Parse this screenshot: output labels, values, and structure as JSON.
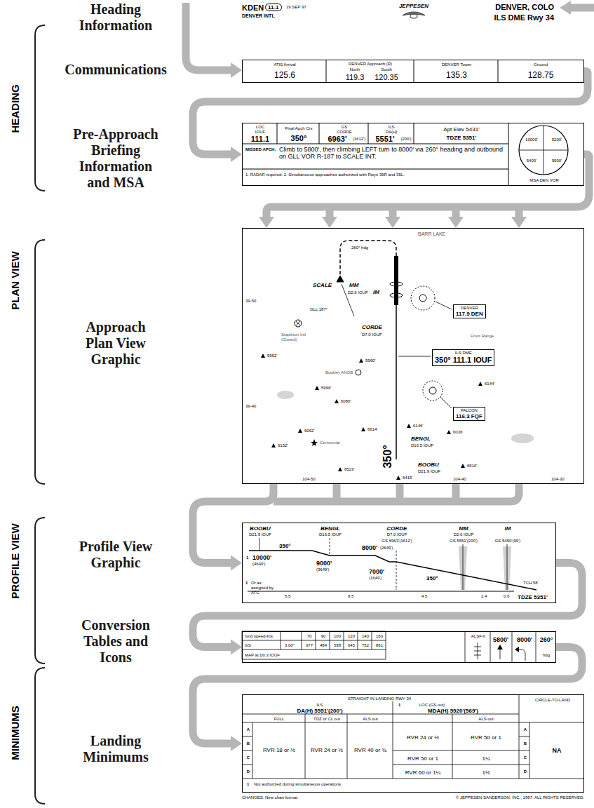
{
  "diagram": {
    "nodes": [
      {
        "text": [
          "11-1"
        ]
      },
      {
        "text": [
          "ATIS Arrival",
          "125.6",
          "DENVER Approach (R)",
          "North",
          "South",
          "119.3",
          "120.35",
          "DENVER Tower",
          "135.3",
          "Ground",
          "128.75"
        ]
      },
      {
        "text": [
          "LOC",
          "IOUF",
          "111.1",
          "Final Apch Crs",
          "350°",
          "GS",
          "CORDE",
          "6963'",
          "(1612')",
          "ILS",
          "DA(H)",
          "5551'",
          "(200')",
          "Apt Elev 5431'",
          "TDZE 5351'",
          "MISSED APCH:",
          "Climb to 5800', then climbing LEFT turn to 8000' via 260° heading and outbound on GLL VOR R-187 to SCALE INT.",
          "1. RADAR required. 2. Simultaneous approaches authorized with Rwys 35R and 35L."
        ]
      },
      {
        "text": [
          "10000'",
          "9200'",
          "5400'",
          "9500'",
          "MSA DEN VOR"
        ],
        "in": 2
      },
      {
        "text": [
          "BARR LAKE",
          "260° hdg",
          "SCALE",
          "MM",
          "D2.6 IOUF",
          "IM",
          "GLL 187°",
          "CORDE",
          "D7.0 IOUF",
          "Front Range",
          "Stapleton Intl (Closed)",
          "5952'",
          "5960'",
          "Buckley ANGB",
          "5966'",
          "6080'",
          "6144'",
          "6146'",
          "6036'",
          "6062'",
          "6614'",
          "BENGL",
          "D16.5 IOUF",
          "Centennial",
          "6152'",
          "350°",
          "BOOBU",
          "D21.9 IOUF",
          "6510'",
          "6523'",
          "6415'",
          "39-50",
          "39-40",
          "104-50",
          "104-40",
          "104-30"
        ]
      },
      {
        "text": [
          "DENVER",
          "117.9 DEN"
        ],
        "in": 4
      },
      {
        "text": [
          "ILS DME",
          "350° 111.1 IOUF"
        ],
        "in": 4
      },
      {
        "text": [
          "FALCON",
          "116.3 FQF"
        ],
        "in": 4
      },
      {
        "text": [
          "BOOBU",
          "D21.9 IOUF",
          "BENGL",
          "D16.5 IOUF",
          "CORDE",
          "D7.0 IOUF",
          "GS 6963'(1612')",
          "MM",
          "D2.6 IOUF",
          "GS 5551'(200')",
          "IM",
          "GS 5450'(99')",
          "1",
          "10000'",
          "(4649')",
          "350°",
          "9000'",
          "(3649')",
          "8000'",
          "(2649')",
          "7000'",
          "(1649')",
          "350°",
          "TCH 58'",
          "TDZE 5351'",
          "1",
          "Or as assigned by ATC.",
          "5.5",
          "9.5",
          "4.5",
          "2.4",
          "0.6"
        ]
      },
      {
        "text": [
          "Gnd speed-Kts",
          "70",
          "90",
          "100",
          "120",
          "140",
          "160",
          "GS",
          "3.00°",
          "377",
          "484",
          "538",
          "645",
          "752",
          "861",
          "MAP at D0.3 IOUF",
          "ALSF-II",
          "5800'",
          "8000'",
          "260°",
          "hdg"
        ]
      },
      {
        "text": [
          "STRAIGHT-IN LANDING RWY 34",
          "ILS",
          "DA(H) 5551'(200')",
          "1",
          "LOC (GS out)",
          "MDA(H) 5920'(569')",
          "CIRCLE-TO-LAND",
          "FULL",
          "TDZ or CL out",
          "ALS out",
          "ALS out",
          "A",
          "B",
          "C",
          "D",
          "RVR 18 or ½",
          "RVR 24 or ½",
          "RVR 40 or ¾",
          "RVR 24 or ½",
          "RVR 50 or 1",
          "RVR 50 or 1",
          "1¼",
          "RVR 60 or 1¼",
          "1½",
          "A",
          "B",
          "C",
          "D",
          "NA",
          "1",
          "Not authorized during simultaneous operations."
        ]
      }
    ],
    "edges": [
      {
        "from": 1,
        "to": 2,
        "arrow": "to"
      },
      {
        "from": 2,
        "to": 4,
        "arrow": "to"
      },
      {
        "from": 4,
        "to": 8,
        "arrow": "to"
      },
      {
        "from": 8,
        "to": 9,
        "arrow": "to"
      },
      {
        "from": 9,
        "to": 10,
        "arrow": "to"
      }
    ],
    "labels": [
      "HEADING",
      "KDEN",
      "19 SEP 97",
      "DENVER INTL",
      "JEPPESEN",
      "DENVER, COLO",
      "ILS DME Rwy 34",
      "Heading Information",
      "Communications",
      "Pre-Approach Briefing Information and MSA",
      "PLAN VIEW",
      "Approach Plan View Graphic",
      "PROFILE VIEW",
      "Profile View Graphic",
      "Conversion Tables and Icons",
      "MINIMUMS",
      "Landing Minimums",
      "CHANGES: New chart format.",
      "© JEPPESEN SANDERSON, INC., 1997. ALL RIGHTS RESERVED."
    ]
  }
}
